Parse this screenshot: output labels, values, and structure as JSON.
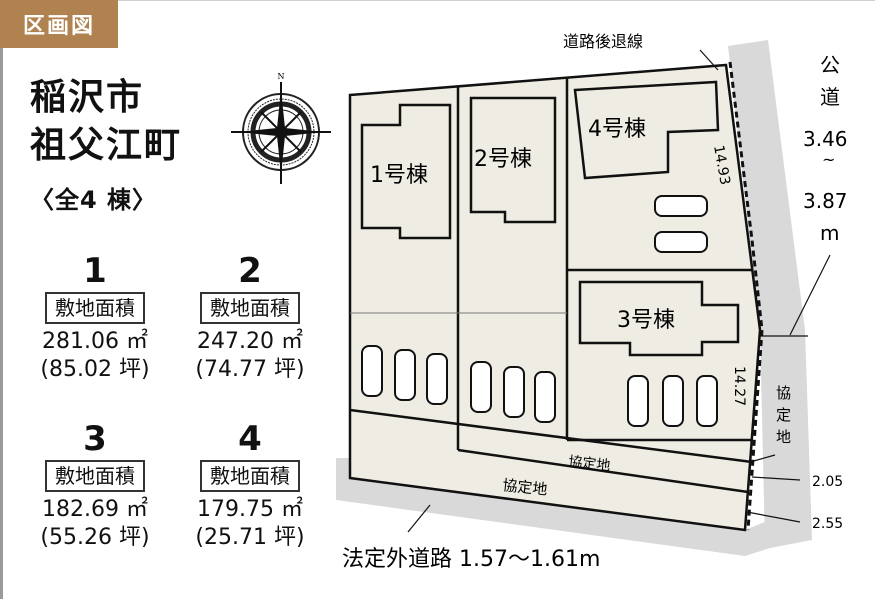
{
  "header": {
    "badge": "区画図"
  },
  "title": {
    "city": "稲沢市",
    "town": "祖父江町",
    "count": "〈全4 棟〉"
  },
  "compass": {
    "north_label": "N"
  },
  "lots": [
    {
      "number": "1",
      "label": "敷地面積",
      "area": "281.06 ㎡",
      "tsubo": "(85.02 坪)"
    },
    {
      "number": "2",
      "label": "敷地面積",
      "area": "247.20 ㎡",
      "tsubo": "(74.77 坪)"
    },
    {
      "number": "3",
      "label": "敷地面積",
      "area": "182.69 ㎡",
      "tsubo": "(55.26 坪)"
    },
    {
      "number": "4",
      "label": "敷地面積",
      "area": "179.75 ㎡",
      "tsubo": "(25.71 坪)"
    }
  ],
  "plan": {
    "buildings": [
      "1号棟",
      "2号棟",
      "3号棟",
      "4号棟"
    ],
    "setback_line_label": "道路後退線",
    "public_road": {
      "label_1": "公",
      "label_2": "道",
      "width_min": "3.46",
      "tilde": "~",
      "width_max": "3.87",
      "unit": "m"
    },
    "dimensions": {
      "lot4_frontage": "14.93",
      "lot3_frontage": "14.27",
      "setback_1": "2.05",
      "setback_2": "2.55"
    },
    "agreement_land": [
      "協定地",
      "協定地",
      "協定地"
    ],
    "non_statutory_road": "法定外道路 1.57～1.61m"
  },
  "colors": {
    "badge": "#b08250",
    "lot_fill": "#efede3",
    "road": "#d9d9d9",
    "line": "#111111"
  }
}
